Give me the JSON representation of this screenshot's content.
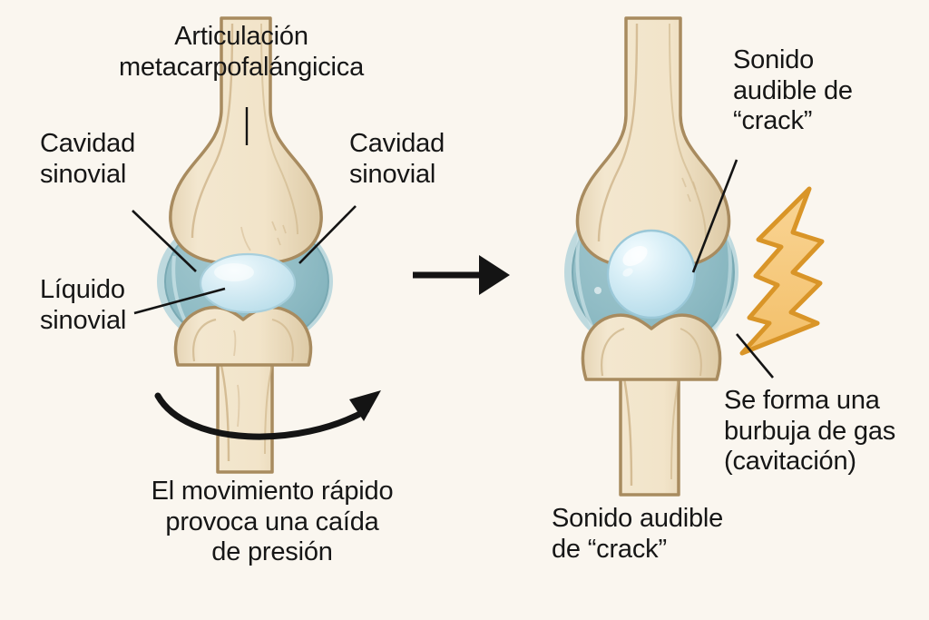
{
  "meta": {
    "background_color": "#faf6ef",
    "text_color": "#161616",
    "bone_fill": "#f0e2c8",
    "bone_outline": "#a88b5f",
    "capsule_fill": "#8fb9c2",
    "capsule_rim": "#a9ccd3",
    "fluid_fill": "#cfe7f0",
    "bolt_fill": "#f6c97c",
    "bolt_outline": "#d99528"
  },
  "left_panel": {
    "title": "Articulación\nmetacarpofalángicica",
    "label_cavity_left": "Cavidad\nsinovial",
    "label_cavity_right": "Cavidad\nsinovial",
    "label_fluid": "Líquido\nsinovial",
    "caption": "El movimiento rápido\nprovoca una caída\nde presión"
  },
  "right_panel": {
    "label_sound": "Sonido\naudible de\n“crack”",
    "label_bubble": "Se forma una\nburbuja de gas\n(cavitación)",
    "caption": "Sonido audible\nde “crack”"
  },
  "icons": {
    "transition_arrow": "right-arrow",
    "motion_arrow": "curved-motion-arrow",
    "sound_burst": "lightning-bolt"
  }
}
